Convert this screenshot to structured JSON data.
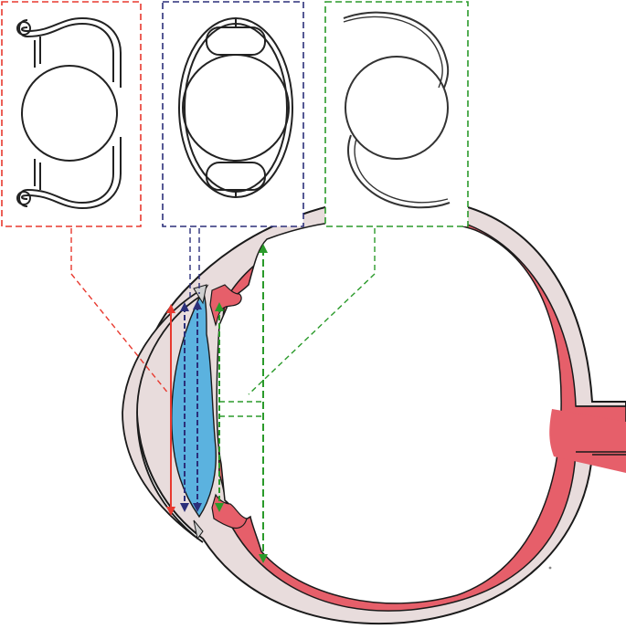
{
  "diagram": {
    "subject": "eye-cross-section-with-intraocular-lens-designs",
    "lens_designs": [
      {
        "id": "anterior-chamber-lens",
        "frame_color": "#e8392f",
        "marker_color": "#e8392f"
      },
      {
        "id": "iris-fixated-lens",
        "frame_color": "#2b2f7a",
        "marker_color": "#2b2f7a"
      },
      {
        "id": "posterior-chamber-lens",
        "frame_color": "#2a9a2a",
        "marker_color": "#2a9a2a"
      }
    ],
    "colors": {
      "sclera": "#e8dcdc",
      "choroid_retina": "#e65f6a",
      "anterior_chamber": "#5bb2df",
      "outline": "#1a1a1a",
      "lens_outline": "#222222"
    }
  }
}
